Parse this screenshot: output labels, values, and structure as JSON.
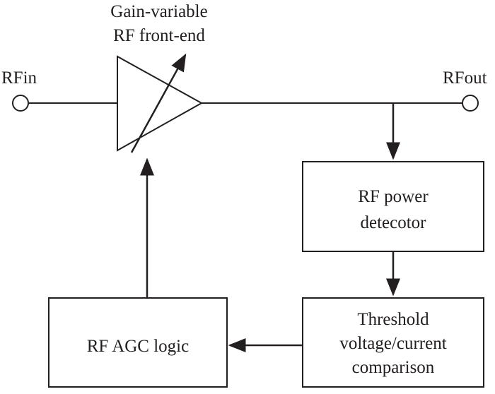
{
  "amplifier": {
    "title_line1": "Gain-variable",
    "title_line2": "RF front-end"
  },
  "ports": {
    "input": "RFin",
    "output": "RFout"
  },
  "blocks": {
    "detector": {
      "line1": "RF power",
      "line2": "detecotor"
    },
    "comparator": {
      "line1": "Threshold",
      "line2": "voltage/current",
      "line3": "comparison"
    },
    "agc": {
      "label": "RF AGC logic"
    }
  },
  "colors": {
    "stroke": "#231f20",
    "background": "#ffffff"
  }
}
